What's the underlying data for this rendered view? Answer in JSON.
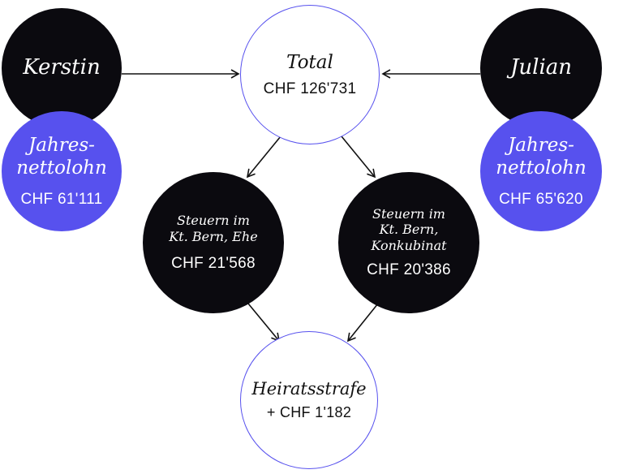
{
  "nodes": {
    "kerstin": {
      "title": "Kerstin"
    },
    "kerstin_salary": {
      "title": "Jahres-\nnettolohn",
      "amount": "CHF 61'111"
    },
    "julian": {
      "title": "Julian"
    },
    "julian_salary": {
      "title": "Jahres-\nnettolohn",
      "amount": "CHF 65'620"
    },
    "total": {
      "title": "Total",
      "amount": "CHF 126'731"
    },
    "taxes_married": {
      "title": "Steuern im\nKt. Bern, Ehe",
      "amount": "CHF 21'568"
    },
    "taxes_concubinage": {
      "title": "Steuern im\nKt. Bern,\nKonkubinat",
      "amount": "CHF 20'386"
    },
    "marriage_penalty": {
      "title": "Heiratsstrafe",
      "amount": "+ CHF 1'182"
    }
  },
  "colors": {
    "dark": "#0b0a0f",
    "accent_blue": "#5751ee",
    "arrow": "#111111",
    "background": "#ffffff"
  }
}
